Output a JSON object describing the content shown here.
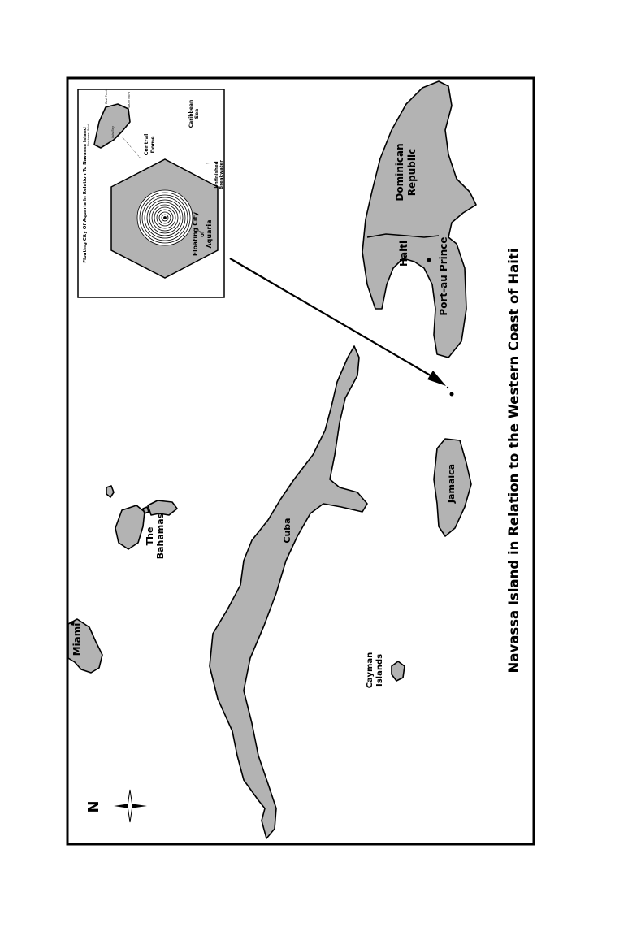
{
  "title": "Navassa Island in Relation to the Western Coast of Haiti",
  "labels": {
    "miami": "Miami",
    "bahamas_1": "The",
    "bahamas_2": "Bahamas",
    "cuba": "Cuba",
    "cayman_1": "Cayman",
    "cayman_2": "Islands",
    "jamaica": "Jamaica",
    "haiti": "Haiti",
    "dr_1": "Dominican",
    "dr_2": "Republic",
    "port_au_prince": "Port-au Prince",
    "north": "N"
  },
  "inset": {
    "title": "Floating City Of Aquaria In Relation To Navassa Island",
    "central_dome_1": "Central",
    "central_dome_2": "Dome",
    "city_1": "Floating City",
    "city_2": "of",
    "city_3": "Aquaria",
    "breakwater_1": "Unfinished",
    "breakwater_2": "Breakwater",
    "sea_1": "Caribbean",
    "sea_2": "Sea"
  },
  "colors": {
    "land": "#b3b3b3",
    "border": "#000000"
  }
}
